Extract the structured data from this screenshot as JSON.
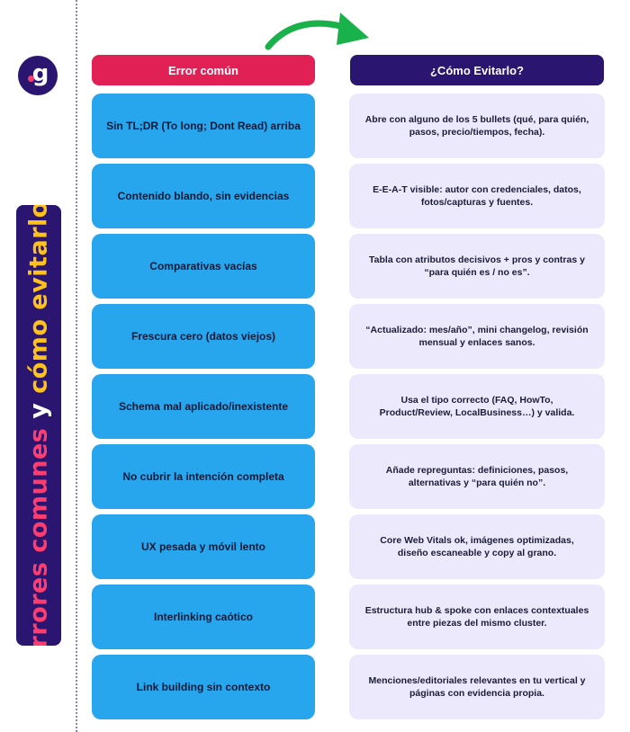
{
  "logo": {
    "letter": "g"
  },
  "side_title": {
    "part1": "Errores comunes ",
    "part2": "y ",
    "part3": "cómo evitarlos"
  },
  "headers": {
    "left": "Error común",
    "right": "¿Cómo Evitarlo?"
  },
  "rows": [
    {
      "error": "Sin TL;DR (To long; Dont Read) arriba",
      "fix": "Abre con alguno de los 5 bullets (qué, para quién, pasos, precio/tiempos, fecha)."
    },
    {
      "error": "Contenido blando, sin evidencias",
      "fix": "E-E-A-T visible: autor con credenciales, datos, fotos/capturas y fuentes."
    },
    {
      "error": "Comparativas vacías",
      "fix": "Tabla con atributos decisivos + pros y contras y “para quién es / no es”."
    },
    {
      "error": "Frescura cero (datos viejos)",
      "fix": "“Actualizado: mes/año”, mini changelog, revisión mensual y enlaces sanos."
    },
    {
      "error": "Schema mal aplicado/inexistente",
      "fix": "Usa el tipo correcto (FAQ, HowTo, Product/Review, LocalBusiness…) y valida."
    },
    {
      "error": "No cubrir la intención completa",
      "fix": "Añade repreguntas: definiciones, pasos, alternativas y “para quién no”."
    },
    {
      "error": "UX pesada y móvil lento",
      "fix": "Core Web Vitals ok, imágenes optimizadas, diseño escaneable y copy al grano."
    },
    {
      "error": "Interlinking caótico",
      "fix": "Estructura hub & spoke con enlaces contextuales entre piezas del mismo cluster."
    },
    {
      "error": "Link building sin contexto",
      "fix": "Menciones/editoriales relevantes en tu vertical y páginas con evidencia propia."
    }
  ],
  "colors": {
    "header_left": "#e12155",
    "header_right": "#2a1570",
    "error_cell": "#27a6ee",
    "fix_cell": "#ebe9fb",
    "arrow": "#19b14a",
    "banner": "#2a1570"
  },
  "icons": {
    "arrow": "curved-arrow-icon"
  }
}
